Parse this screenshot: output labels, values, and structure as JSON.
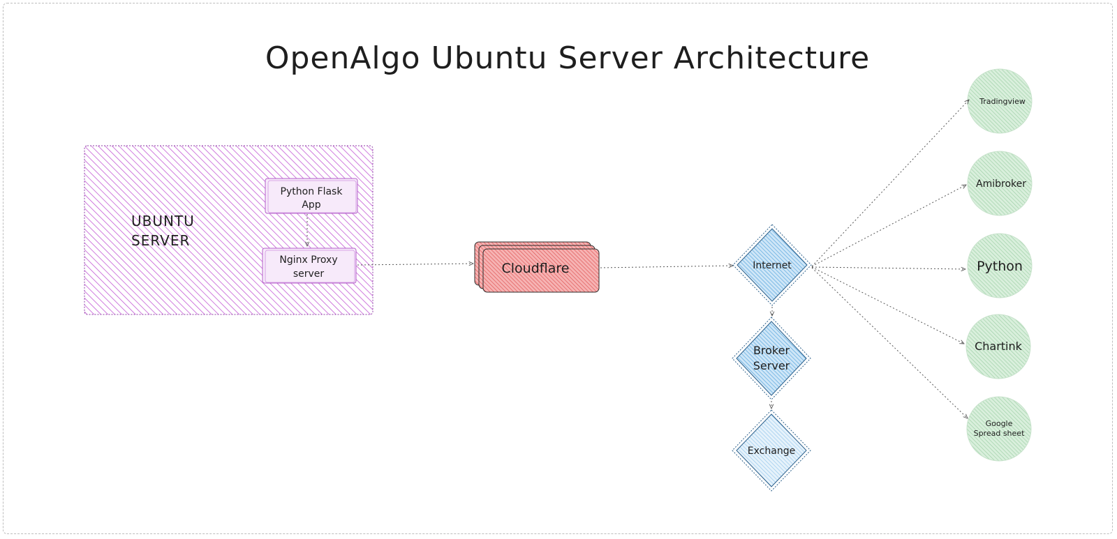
{
  "title": "OpenAlgo Ubuntu Server Architecture",
  "colors": {
    "ubuntu_fill": "#c45bd6",
    "ubuntu_border": "#8e3aa6",
    "cloudflare_fill": "#f08080",
    "cloudflare_border": "#2b2b2b",
    "network_fill": "#69b4e6",
    "network_border": "#2b5f8a",
    "client_fill": "#a8d8b0",
    "edge": "#555555"
  },
  "ubuntu_server": {
    "label_line1": "UBUNTU",
    "label_line2": "SERVER",
    "flask_line1": "Python Flask",
    "flask_line2": "App",
    "nginx_line1": "Nginx Proxy",
    "nginx_line2": "server"
  },
  "cloudflare": {
    "label": "Cloudflare"
  },
  "network": {
    "internet": "Internet",
    "broker_line1": "Broker",
    "broker_line2": "Server",
    "exchange": "Exchange"
  },
  "clients": {
    "tradingview": "Tradingview",
    "amibroker": "Amibroker",
    "python": "Python",
    "chartink": "Chartink",
    "google_line1": "Google",
    "google_line2": "Spread sheet"
  }
}
